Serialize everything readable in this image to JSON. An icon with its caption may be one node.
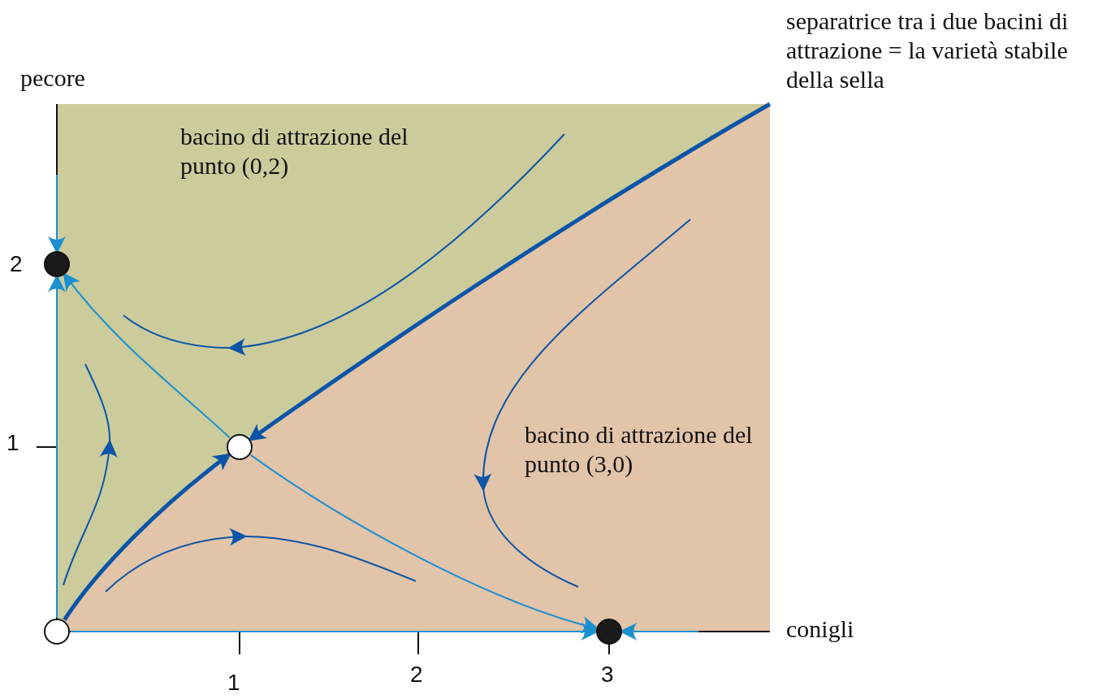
{
  "diagram": {
    "nodes": [
      {
        "text": [],
        "shape": "circle"
      },
      {
        "text": [],
        "shape": "circle"
      },
      {
        "text": [],
        "shape": "circle"
      },
      {
        "text": [],
        "shape": "circle"
      }
    ],
    "edges": [
      {
        "from": 2,
        "to": 1,
        "arrow": "to",
        "style": "thick",
        "color": "#0a55a8"
      },
      {
        "from": null,
        "to": 1,
        "arrow": "to",
        "style": "thick",
        "color": "#0a55a8"
      },
      {
        "from": 1,
        "to": 0,
        "arrow": "to"
      },
      {
        "from": 1,
        "to": 3,
        "arrow": "to"
      },
      {
        "from": 2,
        "to": 0,
        "arrow": "to"
      },
      {
        "from": null,
        "to": 0,
        "arrow": "to"
      },
      {
        "from": 2,
        "to": 3,
        "arrow": "to"
      },
      {
        "from": null,
        "to": 3,
        "arrow": "to"
      }
    ],
    "labels": [
      "separatrice tra i due bacini di attrazione = la varietà stabile della sella",
      "pecore",
      "bacino di attrazione del punto (0,2)",
      "2",
      "bacino di attrazione del punto (3,0)",
      "1",
      "conigli",
      "1",
      "2",
      "3"
    ]
  }
}
